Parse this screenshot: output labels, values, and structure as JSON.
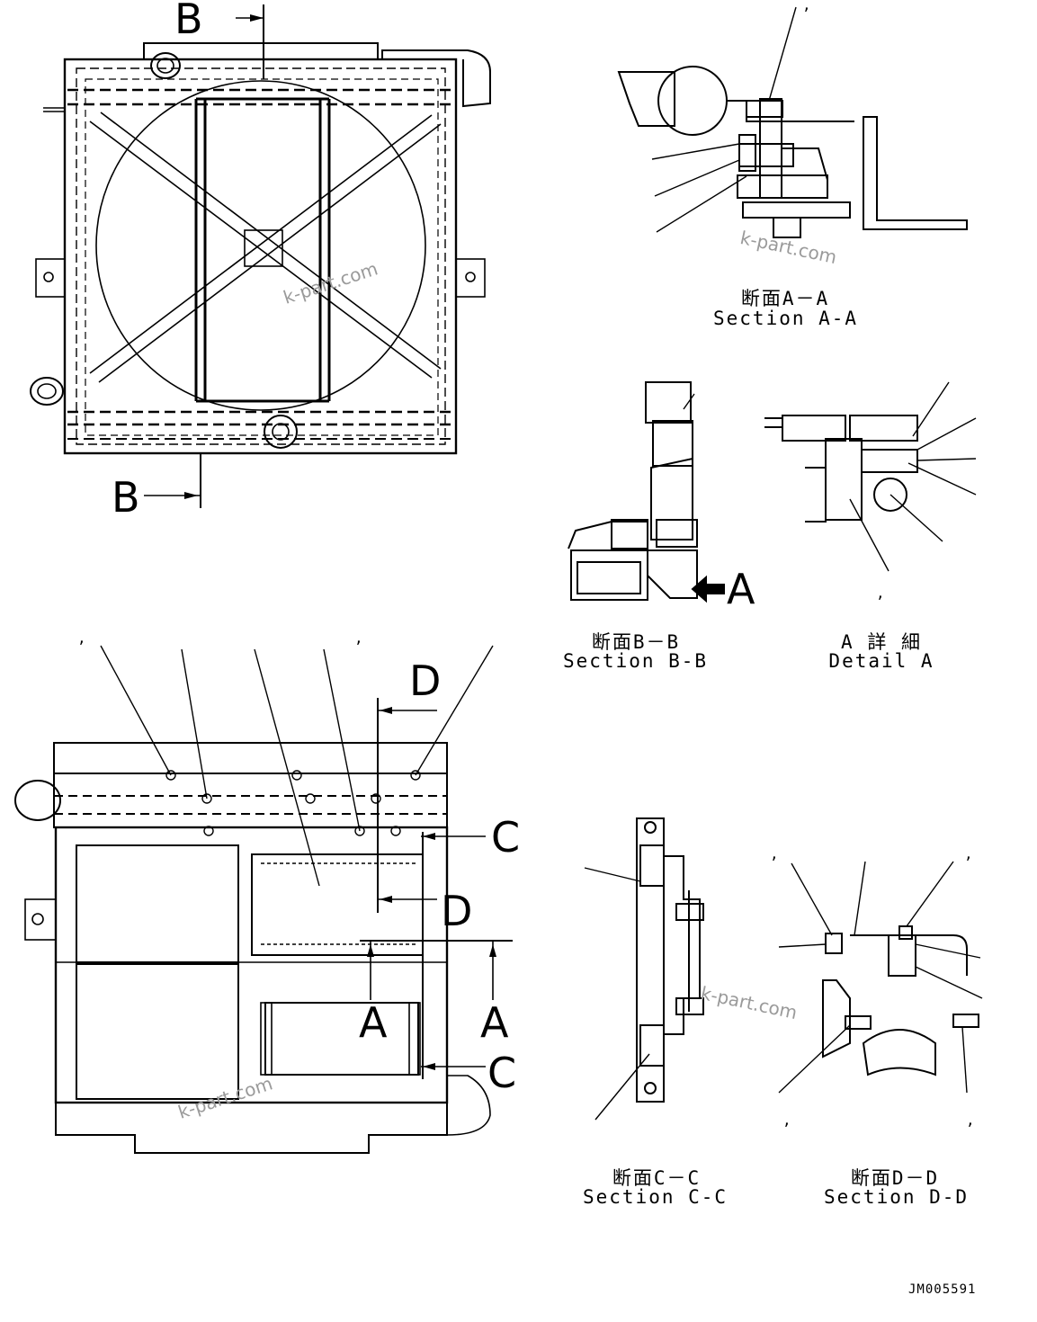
{
  "section_markers": {
    "b_top": "B",
    "b_bottom": "B",
    "d_top": "D",
    "d_mid": "D",
    "c_upper": "C",
    "c_lower": "C",
    "a_left": "A",
    "a_right": "A",
    "a_arrow": "A"
  },
  "captions": {
    "section_aa_jp": "断面A－A",
    "section_aa_en": "Section A-A",
    "section_bb_jp": "断面B－B",
    "section_bb_en": "Section B-B",
    "detail_a_jp": "A 詳 細",
    "detail_a_en": "Detail A",
    "section_cc_jp": "断面C－C",
    "section_cc_en": "Section C-C",
    "section_dd_jp": "断面D－D",
    "section_dd_en": "Section D-D"
  },
  "leader_marks": [
    ",",
    ",",
    ",",
    ",",
    ",",
    ",",
    ",",
    ","
  ],
  "watermarks": [
    "k-part.com",
    "k-part.com",
    "k-part.com",
    "k-part.com"
  ],
  "drawing_code": "JM005591"
}
